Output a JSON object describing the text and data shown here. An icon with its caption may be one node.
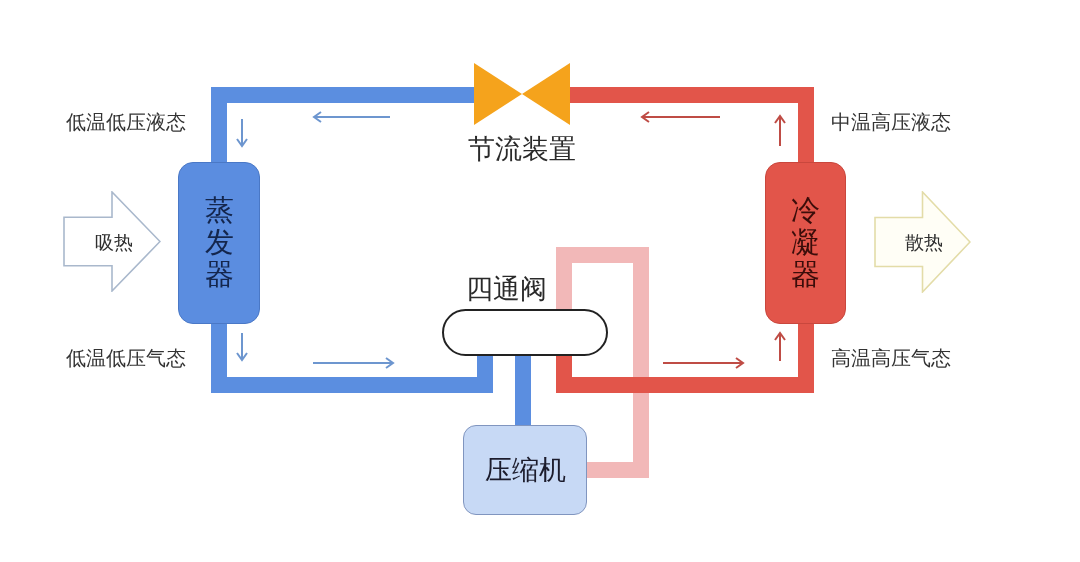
{
  "diagram": {
    "nodes": [
      {
        "text": [
          "节流装置"
        ]
      },
      {
        "text": [
          "吸热"
        ]
      },
      {
        "text": [
          "蒸发器"
        ]
      },
      {
        "text": [
          "冷凝器"
        ]
      },
      {
        "text": [
          "散热"
        ]
      },
      {
        "text": [
          "四通阀"
        ]
      },
      {
        "text": [
          "压缩机"
        ]
      }
    ],
    "edges": [
      {
        "from": 3,
        "to": 0,
        "arrow": "none",
        "color": "#e2554a"
      },
      {
        "from": 0,
        "to": 2,
        "arrow": "none",
        "color": "#5b8ee0"
      },
      {
        "from": 2,
        "to": 5,
        "arrow": "none",
        "color": "#5b8ee0"
      },
      {
        "from": 5,
        "to": 6,
        "arrow": "none",
        "color": "#5b8ee0"
      },
      {
        "from": 6,
        "to": 5,
        "arrow": "none",
        "color": "#f2b8b8"
      },
      {
        "from": 5,
        "to": 3,
        "arrow": "none",
        "color": "#e2554a"
      }
    ],
    "labels": [
      "低温低压液态",
      "中温高压液态",
      "低温低压气态",
      "高温高压气态"
    ]
  }
}
